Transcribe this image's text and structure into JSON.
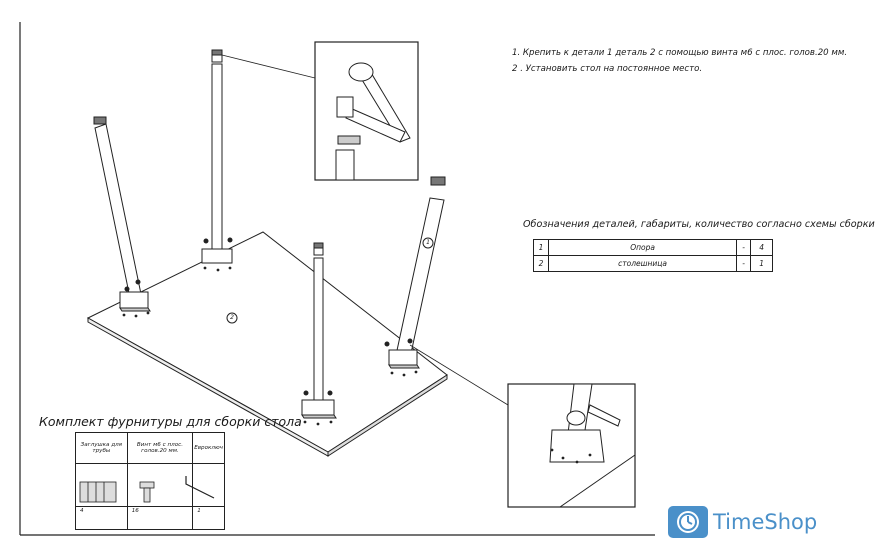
{
  "instructions": [
    "1. Крепить к детали 1 деталь 2 с помощью винта м6 с плос. голов.20 мм.",
    "2 . Установить стол на постоянное место."
  ],
  "notation_title": "Обозначения деталей, габариты, количество согласно схемы сборки",
  "parts_table": [
    {
      "no": "1",
      "name": "Опора",
      "dim": "-",
      "qty": "4"
    },
    {
      "no": "2",
      "name": "столешница",
      "dim": "-",
      "qty": "1"
    }
  ],
  "kit_title": "Комплект фурнитуры для сборки стола",
  "kit_table": {
    "headers": [
      "Заглушка для трубы",
      "Винт м6 с плос. голов.20 мм.",
      "Евроключ"
    ],
    "quantities": [
      "4",
      "16",
      "1"
    ]
  },
  "part_labels": [
    "1",
    "2"
  ],
  "brand": "TimeShop",
  "colors": {
    "line": "#222222",
    "brand": "#4a90c9"
  }
}
